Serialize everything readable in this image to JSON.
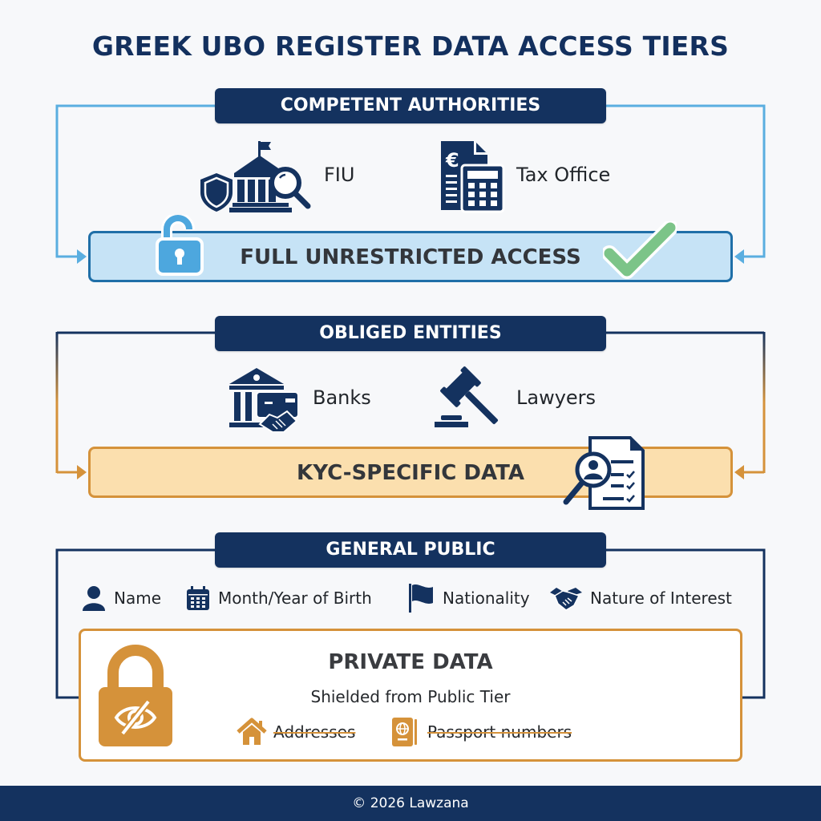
{
  "title": "GREEK UBO REGISTER DATA ACCESS TIERS",
  "colors": {
    "navy": "#14325f",
    "light_blue_line": "#5aaee0",
    "blue_banner_fill": "#c6e3f6",
    "blue_banner_border": "#1f6fa8",
    "orange": "#d5923a",
    "orange_banner_fill": "#fbdfae",
    "green_check": "#7cc488"
  },
  "tiers": [
    {
      "header": "COMPETENT AUTHORITIES",
      "entities": [
        {
          "label": "FIU",
          "icon": "government-building-shield-magnifier-icon"
        },
        {
          "label": "Tax Office",
          "icon": "euro-document-calculator-icon"
        }
      ],
      "access": {
        "label": "FULL UNRESTRICTED ACCESS",
        "icons": [
          "open-padlock-icon",
          "checkmark-icon"
        ]
      }
    },
    {
      "header": "OBLIGED ENTITIES",
      "entities": [
        {
          "label": "Banks",
          "icon": "bank-card-handshake-icon"
        },
        {
          "label": "Lawyers",
          "icon": "gavel-icon"
        }
      ],
      "access": {
        "label": "KYC-SPECIFIC DATA",
        "icons": [
          "document-search-person-icon"
        ]
      }
    },
    {
      "header": "GENERAL PUBLIC",
      "items": [
        {
          "label": "Name",
          "icon": "person-icon"
        },
        {
          "label": "Month/Year of Birth",
          "icon": "calendar-icon"
        },
        {
          "label": "Nationality",
          "icon": "flag-icon"
        },
        {
          "label": "Nature of Interest",
          "icon": "handshake-icon"
        }
      ],
      "private": {
        "title": "PRIVATE DATA",
        "subtitle": "Shielded from Public Tier",
        "icon": "padlock-eye-slash-icon",
        "items": [
          {
            "label": "Addresses",
            "icon": "house-icon"
          },
          {
            "label": "Passport numbers",
            "icon": "passport-icon"
          }
        ]
      }
    }
  ],
  "footer": "© 2026 Lawzana"
}
